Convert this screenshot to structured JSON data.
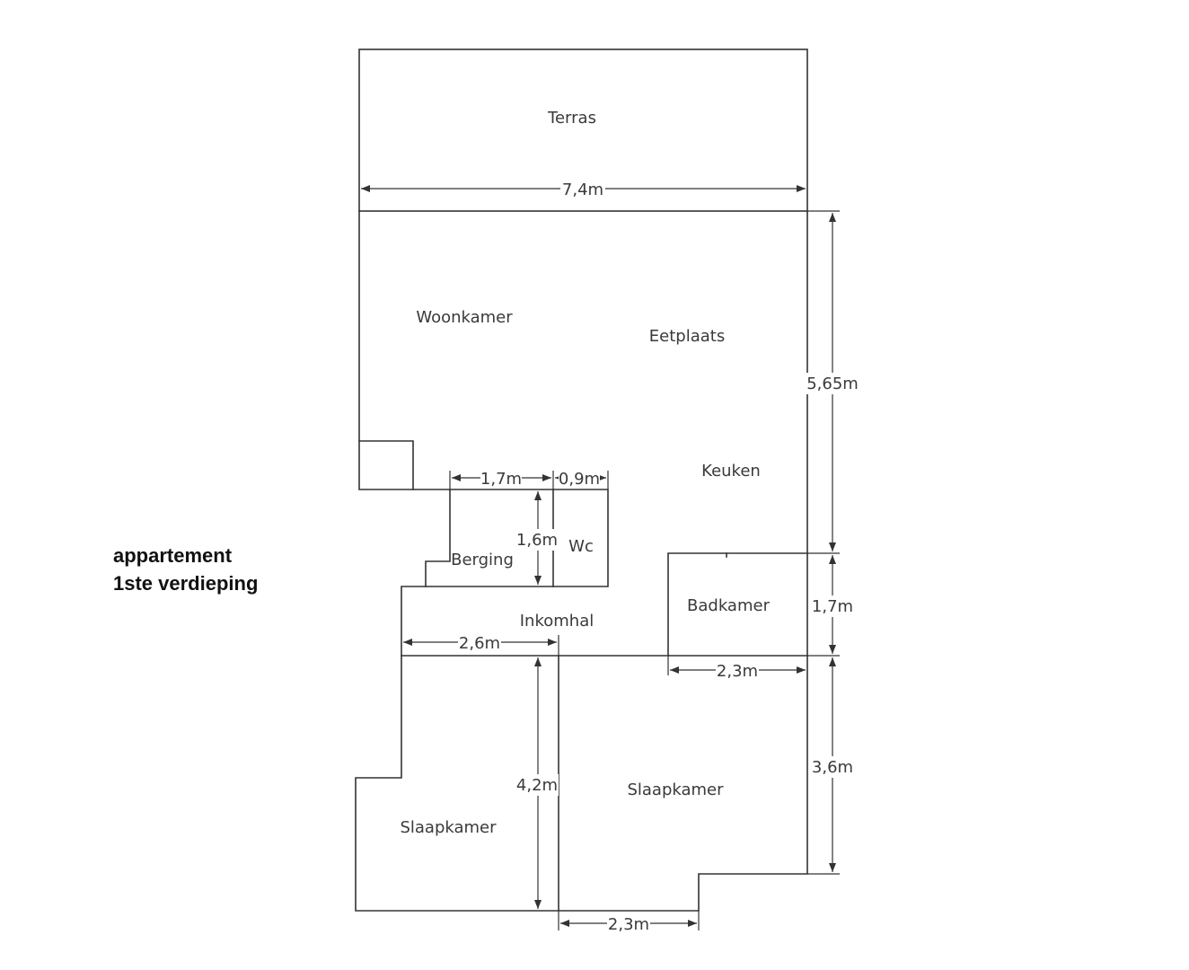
{
  "caption": {
    "line1": "appartement",
    "line2": "1ste verdieping"
  },
  "rooms": {
    "terras": "Terras",
    "woonkamer": "Woonkamer",
    "eetplaats": "Eetplaats",
    "keuken": "Keuken",
    "berging": "Berging",
    "wc": "Wc",
    "inkomhal": "Inkomhal",
    "badkamer": "Badkamer",
    "slaapkamer_1": "Slaapkamer",
    "slaapkamer_2": "Slaapkamer"
  },
  "dimensions": {
    "terras_width": "7,4m",
    "living_depth": "5,65m",
    "berging_width": "1,7m",
    "wc_width": "0,9m",
    "berging_depth": "1,6m",
    "hall_width": "2,6m",
    "bath_depth": "1,7m",
    "bath_width": "2,3m",
    "bedroom_depth": "4,2m",
    "bedroom_right_depth": "3,6m",
    "bedroom_notch_width": "2,3m"
  }
}
